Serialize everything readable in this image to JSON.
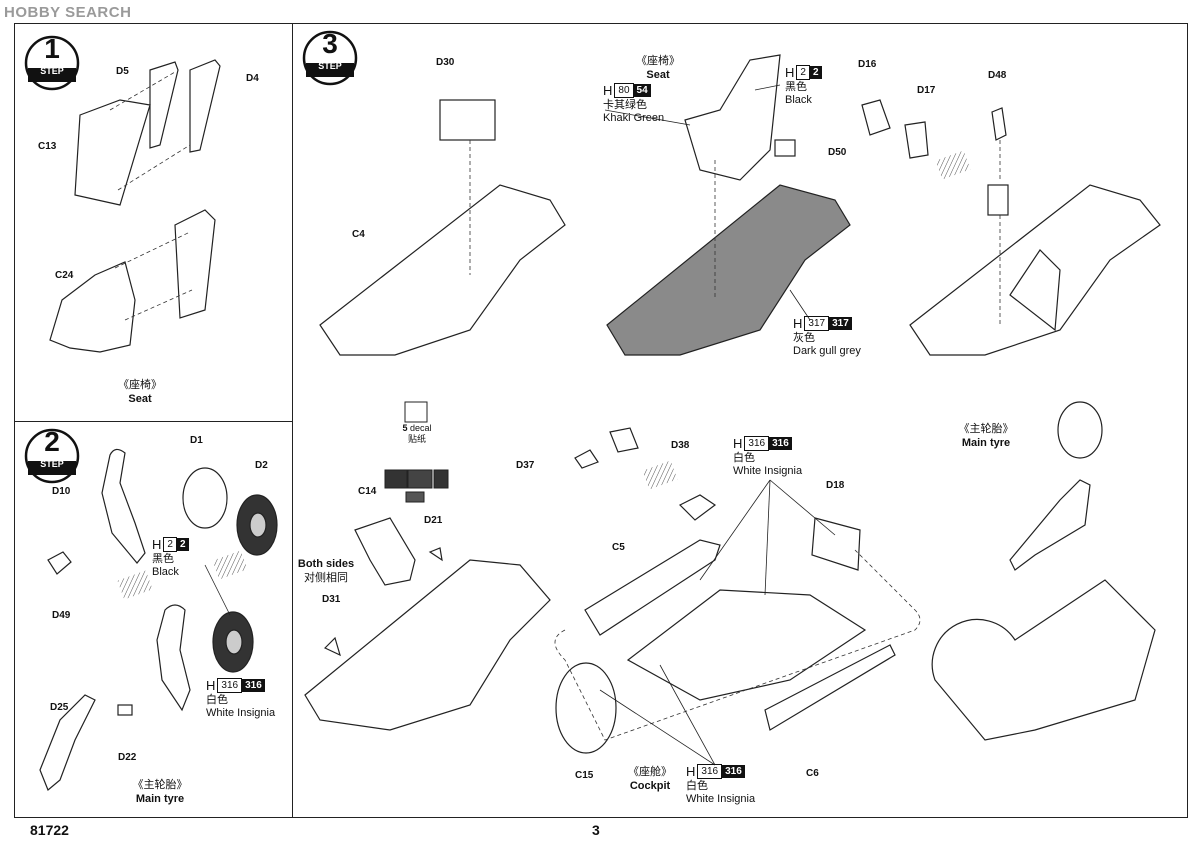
{
  "watermark": "HOBBY SEARCH",
  "footer": {
    "kit_number": "81722",
    "page_number": "3"
  },
  "steps": [
    {
      "number": "1",
      "label": "STEP"
    },
    {
      "number": "2",
      "label": "STEP"
    },
    {
      "number": "3",
      "label": "STEP"
    }
  ],
  "part_labels": {
    "d5": "D5",
    "d4": "D4",
    "c13": "C13",
    "c24": "C24",
    "d1": "D1",
    "d2": "D2",
    "d10": "D10",
    "d49": "D49",
    "d25": "D25",
    "d22": "D22",
    "d30": "D30",
    "c4": "C4",
    "d50": "D50",
    "d16": "D16",
    "d17": "D17",
    "d48": "D48",
    "d38": "D38",
    "d37": "D37",
    "c14": "C14",
    "d21": "D21",
    "d31": "D31",
    "c5": "C5",
    "d18": "D18",
    "c15": "C15",
    "c6": "C6"
  },
  "captions": {
    "seat_step1": {
      "cn": "《座椅》",
      "en": "Seat"
    },
    "main_tyre_step2": {
      "cn": "《主轮胎》",
      "en": "Main tyre"
    },
    "seat_step3": {
      "cn": "《座椅》",
      "en": "Seat"
    },
    "main_tyre_step3": {
      "cn": "《主轮胎》",
      "en": "Main tyre"
    },
    "cockpit": {
      "cn": "《座舱》",
      "en": "Cockpit"
    },
    "both_sides": {
      "en": "Both sides",
      "cn": "对侧相同"
    },
    "decal": {
      "num": "5",
      "en": "decal",
      "cn": "贴纸"
    }
  },
  "paints": {
    "black_step2": {
      "prefix": "H",
      "code": "2",
      "code2": "2",
      "cn": "黑色",
      "en": "Black"
    },
    "white_step2": {
      "prefix": "H",
      "code": "316",
      "code2": "316",
      "cn": "白色",
      "en": "White Insignia"
    },
    "khaki": {
      "prefix": "H",
      "code": "80",
      "code2": "54",
      "cn": "卡其绿色",
      "en": "Khaki Green"
    },
    "black_step3": {
      "prefix": "H",
      "code": "2",
      "code2": "2",
      "cn": "黑色",
      "en": "Black"
    },
    "grey": {
      "prefix": "H",
      "code": "317",
      "code2": "317",
      "cn": "灰色",
      "en": "Dark gull grey"
    },
    "white_upper": {
      "prefix": "H",
      "code": "316",
      "code2": "316",
      "cn": "白色",
      "en": "White Insignia"
    },
    "white_lower": {
      "prefix": "H",
      "code": "316",
      "code2": "316",
      "cn": "白色",
      "en": "White Insignia"
    }
  }
}
